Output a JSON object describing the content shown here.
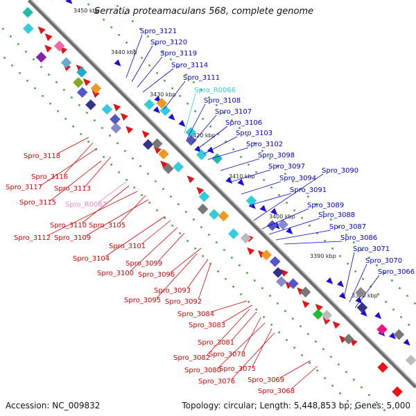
{
  "title": "Serratia proteamaculans 568, complete genome",
  "accession": "Accession: NC_009832",
  "summary": "Topology: circular; Length: 5,448,853 bp; Genes: 5,000",
  "colors": {
    "forward": "#0000dd",
    "reverse": "#dd0000",
    "rna": "#33ccdd",
    "pseudo_or_rna_pink": "#ee88cc",
    "backbone": "#888888",
    "tick": "#229922"
  },
  "kbp_ticks": [
    "3450 kbp",
    "3440 kbp",
    "3430 kbp",
    "3420 kbp",
    "3410 kbp",
    "3400 kbp",
    "3390 kbp",
    "3380 kbp"
  ],
  "blue_labels": [
    "Spro_3121",
    "Spro_3120",
    "Spro_3119",
    "Spro_3114",
    "Spro_3111",
    "Spro_R0066",
    "Spro_3108",
    "Spro_3107",
    "Spro_3106",
    "Spro_3103",
    "Spro_3102",
    "Spro_3098",
    "Spro_3097",
    "Spro_3090",
    "Spro_3094",
    "Spro_3091",
    "Spro_3089",
    "Spro_3088",
    "Spro_3087",
    "Spro_3086",
    "Spro_3071",
    "Spro_3070",
    "Spro_3066"
  ],
  "red_labels": [
    "Spro_3118",
    "Spro_3116",
    "Spro_3117",
    "Spro_3113",
    "Spro_3115",
    "Spro_R0067",
    "Spro_3110",
    "Spro_3105",
    "Spro_3112",
    "Spro_3109",
    "Spro_3101",
    "Spro_3104",
    "Spro_3099",
    "Spro_3100",
    "Spro_3096",
    "Spro_3093",
    "Spro_3095",
    "Spro_3092",
    "Spro_3084",
    "Spro_3083",
    "Spro_3081",
    "Spro_3078",
    "Spro_3082",
    "Spro_3080",
    "Spro_3075",
    "Spro_3076",
    "Spro_3069",
    "Spro_3068"
  ]
}
